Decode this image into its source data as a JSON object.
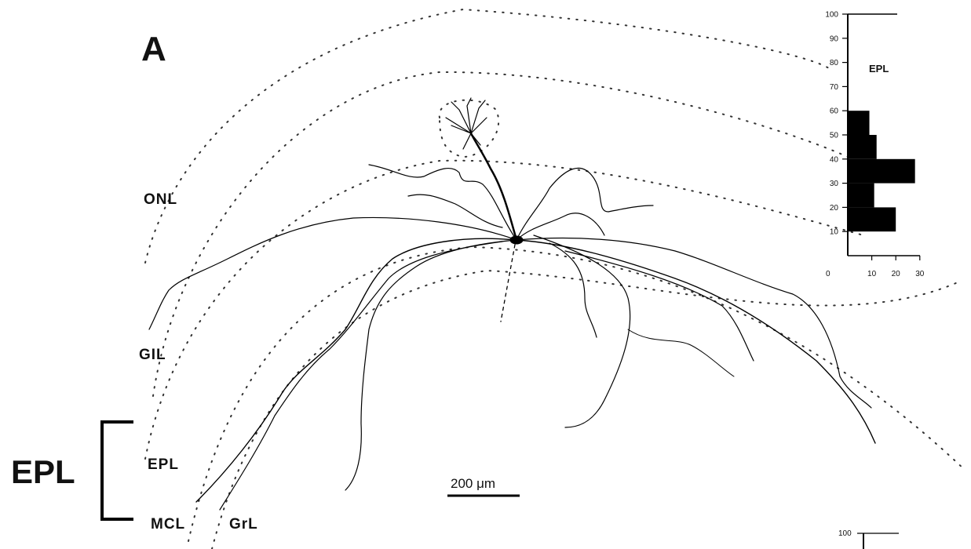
{
  "panel_label": "A",
  "layers": {
    "onl": "ONL",
    "gil": "GIL",
    "epl": "EPL",
    "mcl": "MCL",
    "grl": "GrL"
  },
  "bracket_label": "EPL",
  "scale_bar": {
    "text": "200 μm"
  },
  "chart_data": {
    "type": "bar",
    "orientation": "horizontal",
    "label": "EPL",
    "y_ticks": [
      0,
      10,
      20,
      30,
      40,
      50,
      60,
      70,
      80,
      90,
      100
    ],
    "x_ticks": [
      10,
      20,
      30
    ],
    "x_origin_label": "0",
    "ylim": [
      0,
      100
    ],
    "xlim": [
      0,
      30
    ],
    "bins": [
      {
        "range": [
          0,
          10
        ],
        "value": 0
      },
      {
        "range": [
          10,
          20
        ],
        "value": 20
      },
      {
        "range": [
          20,
          30
        ],
        "value": 11
      },
      {
        "range": [
          30,
          40
        ],
        "value": 28
      },
      {
        "range": [
          40,
          50
        ],
        "value": 12
      },
      {
        "range": [
          50,
          60
        ],
        "value": 9
      }
    ]
  },
  "second_chart_top_tick": "100"
}
